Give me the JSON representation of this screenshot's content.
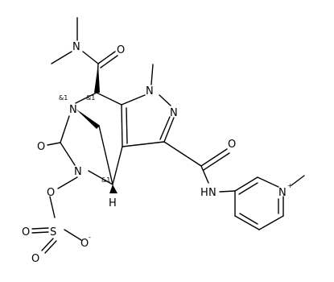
{
  "molecule": {
    "atoms": {
      "n_amide": "N",
      "o_amide": "O",
      "n_pyrazole_1": "N",
      "n_pyrazole_2": "N",
      "n_bridge": "N",
      "stereo_1": "&1",
      "o_urea": "O",
      "n_urea": "N",
      "o_carboxamide": "O",
      "stereo_2": "&1",
      "h_bridgehead": "H",
      "o_link": "O",
      "nh": "H",
      "n_amide_2": "N",
      "n_pyridinium": "N",
      "charge_plus": "+",
      "s_sulfate": "S",
      "o_sulfate_1": "O",
      "o_sulfate_2": "O",
      "o_sulfate_minus": "O",
      "charge_minus": "-",
      "stereo_3": "&1"
    },
    "colors": {
      "bond": "#000000",
      "atom_label": "#000000",
      "background": "#ffffff"
    }
  }
}
